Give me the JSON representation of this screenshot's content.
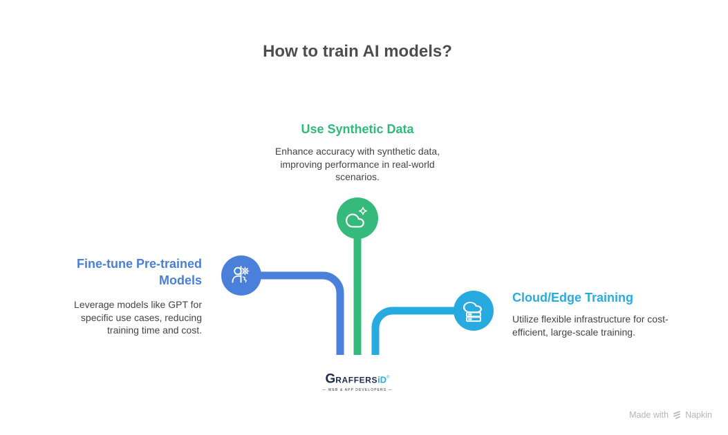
{
  "title": "How to train AI models?",
  "branches": [
    {
      "id": "use-synthetic-data",
      "heading": "Use Synthetic Data",
      "body": "Enhance accuracy with synthetic data, improving performance in real-world scenarios.",
      "color": "#36ba7c",
      "heading_color": "#2eba7b",
      "icon": "cloud-sparkle-icon"
    },
    {
      "id": "fine-tune-pretrained",
      "heading": "Fine-tune Pre-trained Models",
      "body": "Leverage models like GPT for specific use cases, reducing training time and cost.",
      "color": "#4a80da",
      "heading_color": "#4a7fd6",
      "icon": "person-gear-icon"
    },
    {
      "id": "cloud-edge-training",
      "heading": "Cloud/Edge Training",
      "body": "Utilize flexible infrastructure for cost-efficient, large-scale training.",
      "color": "#27aadf",
      "heading_color": "#29abe0",
      "icon": "cloud-server-icon"
    }
  ],
  "logo": {
    "brand_g": "G",
    "brand_rest": "RAFFERS",
    "brand_id": "iD",
    "mark": "®",
    "tagline": "— WEB & APP DEVELOPERS —"
  },
  "footer": {
    "made_with": "Made with",
    "brand": "Napkin"
  },
  "colors": {
    "title_gray": "#4d4d4d",
    "body_gray": "#434343",
    "footer_gray": "#b5b5b5",
    "logo_navy": "#1c2b4a"
  }
}
